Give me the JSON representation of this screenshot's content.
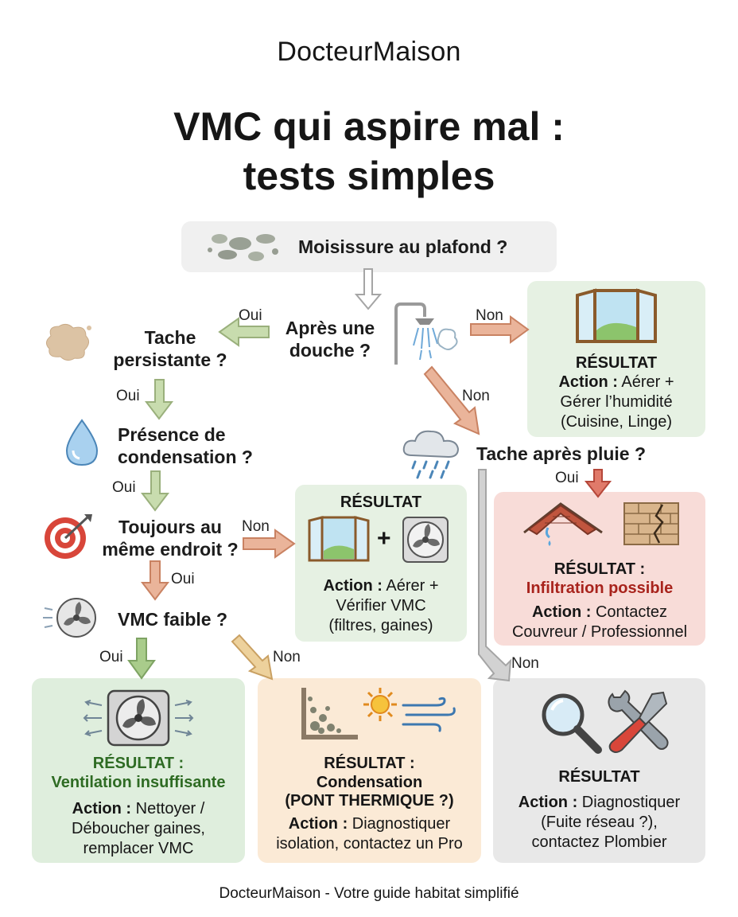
{
  "header": {
    "brand": "DocteurMaison",
    "title_line1": "VMC qui aspire mal :",
    "title_line2": "tests simples"
  },
  "questions": {
    "q1": "Moisissure au plafond ?",
    "q2_line1": "Après une",
    "q2_line2": "douche ?",
    "q3_line1": "Tache",
    "q3_line2": "persistante ?",
    "q4_line1": "Présence de",
    "q4_line2": "condensation ?",
    "q5_line1": "Toujours au",
    "q5_line2": "même endroit ?",
    "q6": "VMC faible ?",
    "q7": "Tache après pluie ?"
  },
  "labels": {
    "oui": "Oui",
    "non": "Non"
  },
  "results": {
    "r1": {
      "title": "RÉSULTAT",
      "action_label": "Action :",
      "line1": " Aérer +",
      "line2": "Gérer l’humidité",
      "line3": "(Cuisine, Linge)"
    },
    "r2": {
      "title": "RÉSULTAT",
      "plus": "+",
      "action_label": "Action :",
      "line1": " Aérer +",
      "line2": "Vérifier VMC",
      "line3": "(filtres, gaines)"
    },
    "r3": {
      "title": "RÉSULTAT :",
      "subtitle": "Infiltration possible",
      "action_label": "Action :",
      "line1": " Contactez",
      "line2": "Couvreur / Professionnel"
    },
    "r4": {
      "title": "RÉSULTAT :",
      "subtitle": "Ventilation insuffisante",
      "action_label": "Action :",
      "line1": " Nettoyer /",
      "line2": "Déboucher gaines,",
      "line3": "remplacer VMC"
    },
    "r5": {
      "title": "RÉSULTAT :",
      "subtitle1": "Condensation",
      "subtitle2": "(PONT THERMIQUE ?)",
      "action_label": "Action :",
      "line1": " Diagnostiquer",
      "line2": "isolation, contactez un Pro"
    },
    "r6": {
      "title": "RÉSULTAT",
      "action_label": "Action :",
      "line1": " Diagnostiquer",
      "line2": "(Fuite réseau ?),",
      "line3": "contactez Plombier"
    }
  },
  "colors": {
    "arrow_green": "#b7cf9a",
    "arrow_orange": "#e6a882",
    "arrow_red": "#e07a6a",
    "arrow_grey": "#c8c8c8",
    "arrow_tan": "#e8c58f",
    "result_green_text": "#2e6b23",
    "result_red_text": "#a8231c"
  },
  "footer": {
    "text": "DocteurMaison - Votre guide habitat simplifié"
  }
}
